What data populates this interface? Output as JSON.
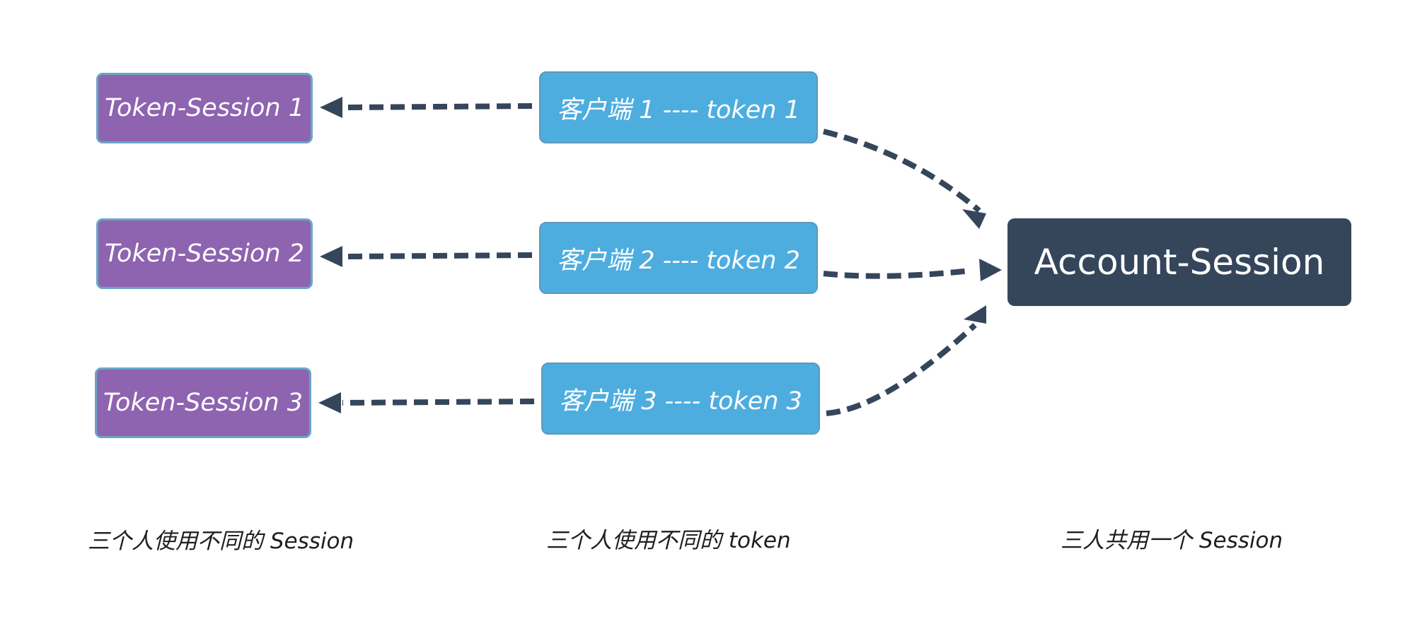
{
  "colors": {
    "token_session_fill": "#8e63b0",
    "token_session_border": "#6aa7c4",
    "client_fill": "#4eaddf",
    "account_fill": "#35465b",
    "arrow": "#35465b",
    "node_text": "#ffffff",
    "caption_text": "#1e1e1e"
  },
  "token_sessions": [
    {
      "label": "Token-Session 1"
    },
    {
      "label": "Token-Session 2"
    },
    {
      "label": "Token-Session 3"
    }
  ],
  "clients": [
    {
      "label": "客户端 1  ----  token 1"
    },
    {
      "label": "客户端 2  ----  token 2"
    },
    {
      "label": "客户端 3  ----  token 3"
    }
  ],
  "account_session": {
    "label": "Account-Session"
  },
  "edges": [
    {
      "from": "clients.0",
      "to": "token_sessions.0",
      "style": "dashed"
    },
    {
      "from": "clients.1",
      "to": "token_sessions.1",
      "style": "dashed"
    },
    {
      "from": "clients.2",
      "to": "token_sessions.2",
      "style": "dashed"
    },
    {
      "from": "clients.0",
      "to": "account_session",
      "style": "dashed"
    },
    {
      "from": "clients.1",
      "to": "account_session",
      "style": "dashed"
    },
    {
      "from": "clients.2",
      "to": "account_session",
      "style": "dashed"
    }
  ],
  "captions": {
    "left": "三个人使用不同的  Session",
    "middle": "三个人使用不同的  token",
    "right": "三人共用一个  Session"
  }
}
